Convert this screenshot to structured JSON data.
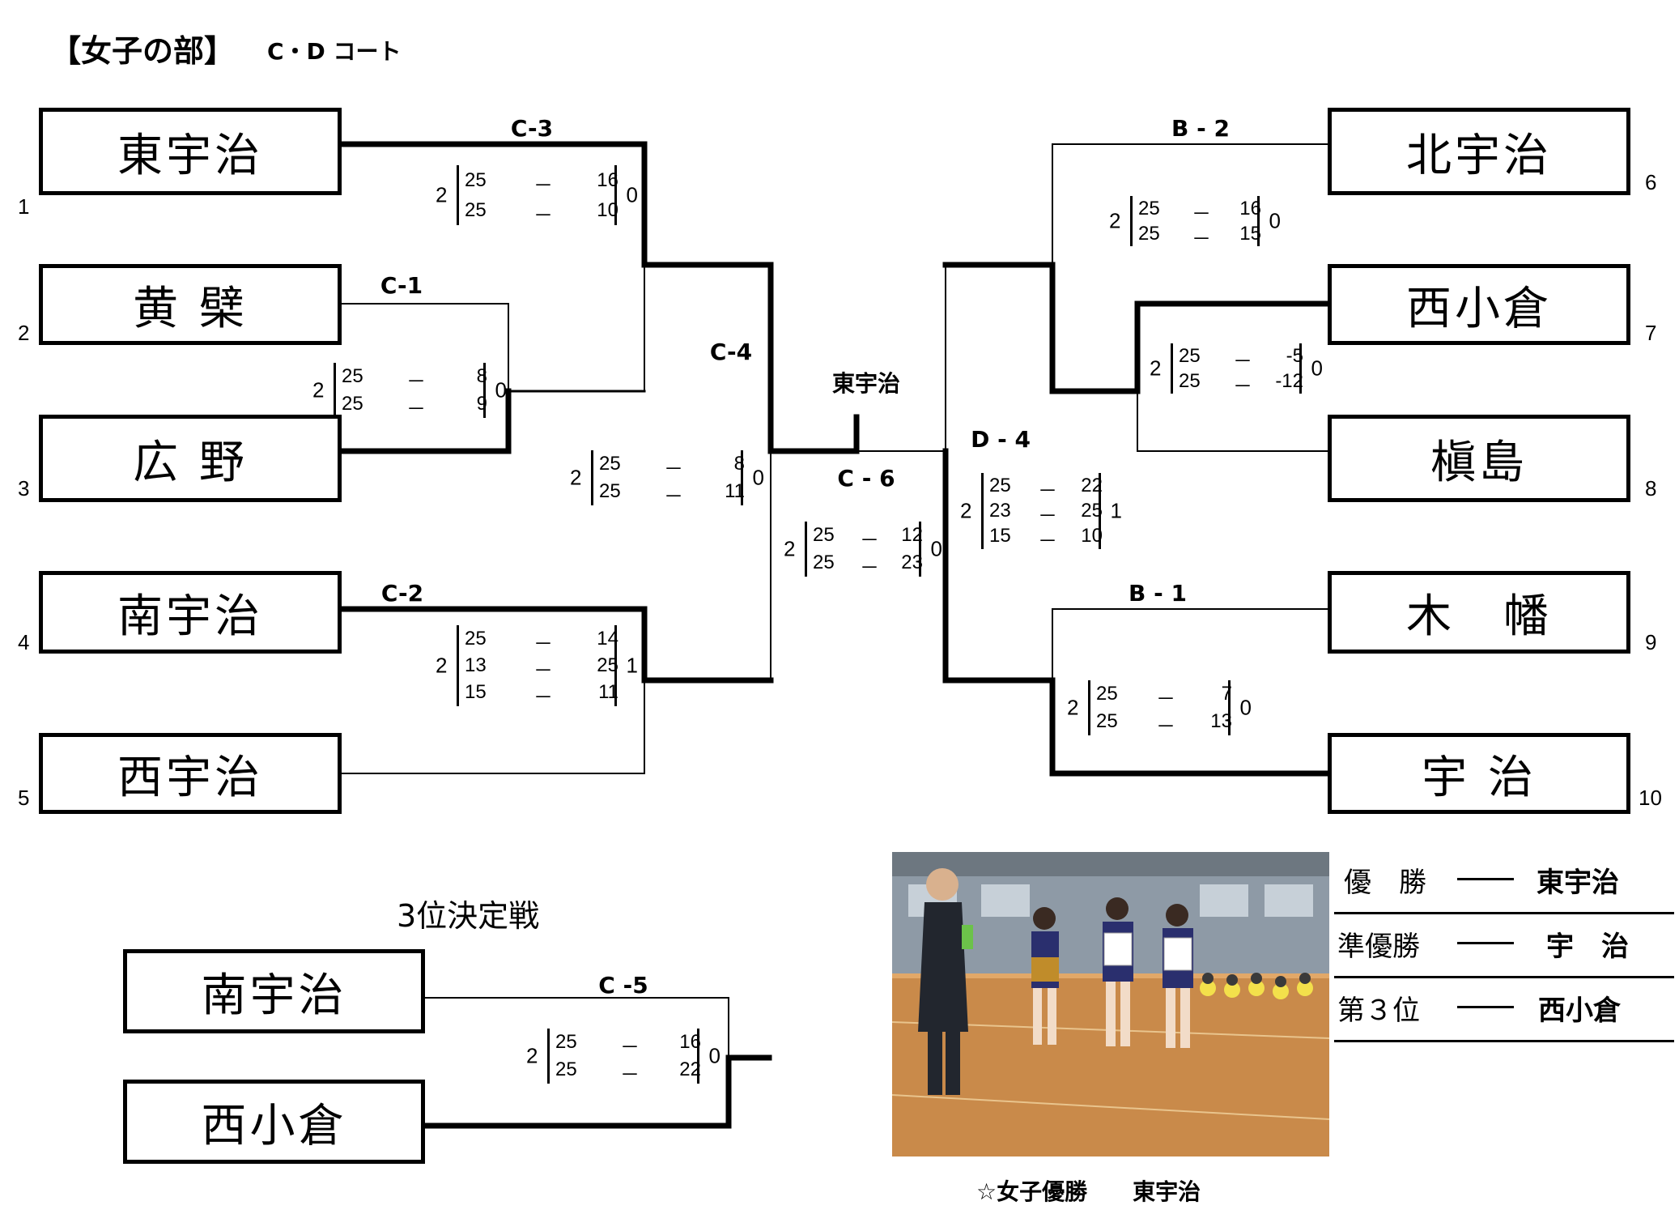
{
  "header": {
    "title": "【女子の部】",
    "court": "C・D コート"
  },
  "teams": [
    {
      "seed": "1",
      "name": "東宇治"
    },
    {
      "seed": "2",
      "name": "黄 檗"
    },
    {
      "seed": "3",
      "name": "広 野"
    },
    {
      "seed": "4",
      "name": "南宇治"
    },
    {
      "seed": "5",
      "name": "西宇治"
    },
    {
      "seed": "6",
      "name": "北宇治"
    },
    {
      "seed": "7",
      "name": "西小倉"
    },
    {
      "seed": "8",
      "name": "槇島"
    },
    {
      "seed": "9",
      "name": "木　幡"
    },
    {
      "seed": "10",
      "name": "宇 治"
    }
  ],
  "matches": {
    "c3": {
      "label": "C-3",
      "win": "2",
      "lose": "0",
      "sets": [
        [
          "25",
          "16"
        ],
        [
          "25",
          "10"
        ]
      ]
    },
    "c1": {
      "label": "C-1",
      "win": "2",
      "lose": "0",
      "sets": [
        [
          "25",
          "8"
        ],
        [
          "25",
          "9"
        ]
      ]
    },
    "c4": {
      "label": "C-4",
      "win": "2",
      "lose": "0",
      "sets": [
        [
          "25",
          "8"
        ],
        [
          "25",
          "11"
        ]
      ]
    },
    "c2": {
      "label": "C-2",
      "win": "2",
      "lose": "1",
      "sets": [
        [
          "25",
          "14"
        ],
        [
          "13",
          "25"
        ],
        [
          "15",
          "11"
        ]
      ]
    },
    "c6": {
      "label": "C - 6",
      "win": "2",
      "lose": "0",
      "sets": [
        [
          "25",
          "12"
        ],
        [
          "25",
          "23"
        ]
      ]
    },
    "b2": {
      "label": "B - 2",
      "win": "2",
      "lose": "0",
      "sets": [
        [
          "25",
          "16"
        ],
        [
          "25",
          "15"
        ]
      ]
    },
    "d4_inner": {
      "win": "2",
      "lose": "0",
      "sets": [
        [
          "25",
          "-5"
        ],
        [
          "25",
          "-12"
        ]
      ]
    },
    "d4": {
      "label": "D - 4",
      "win": "2",
      "lose": "1",
      "sets": [
        [
          "25",
          "22"
        ],
        [
          "23",
          "25"
        ],
        [
          "15",
          "10"
        ]
      ]
    },
    "b1": {
      "label": "B - 1",
      "win": "2",
      "lose": "0",
      "sets": [
        [
          "25",
          "7"
        ],
        [
          "25",
          "13"
        ]
      ]
    },
    "c5": {
      "label": "C -5",
      "win": "2",
      "lose": "0",
      "sets": [
        [
          "25",
          "16"
        ],
        [
          "25",
          "22"
        ]
      ]
    }
  },
  "champion_label": "東宇治",
  "third_place": {
    "title": "3位決定戦",
    "team1": "南宇治",
    "team2": "西小倉"
  },
  "results": [
    {
      "place": "優　勝",
      "team": "東宇治"
    },
    {
      "place": "準優勝",
      "team": "宇　治"
    },
    {
      "place": "第３位",
      "team": "西小倉"
    }
  ],
  "photo_caption": "☆女子優勝　　東宇治",
  "colors": {
    "line": "#000000",
    "floor": "#c98a4a",
    "wall": "#8e9aa6"
  }
}
